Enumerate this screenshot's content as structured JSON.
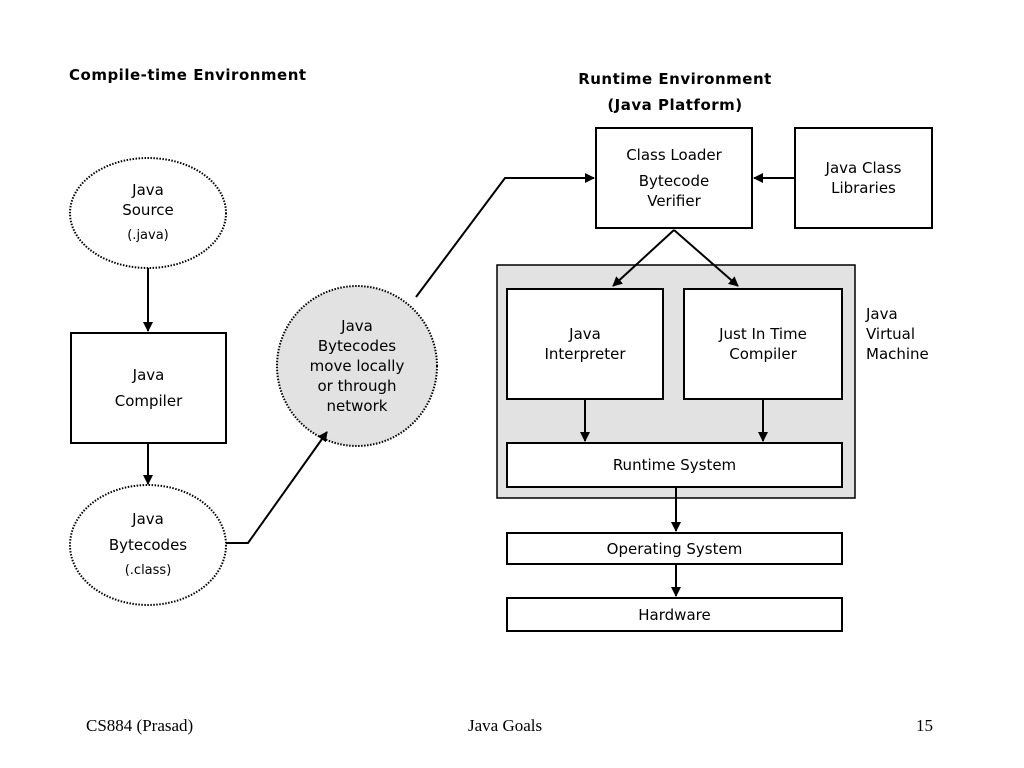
{
  "headings": {
    "compile_time": "Compile-time Environment",
    "runtime_line1": "Runtime Environment",
    "runtime_line2": "(Java Platform)"
  },
  "nodes": {
    "java_source": [
      "Java",
      "Source",
      "(.java)"
    ],
    "java_compiler": [
      "Java",
      "Compiler"
    ],
    "java_bytecodes_class": [
      "Java",
      "Bytecodes",
      "(.class)"
    ],
    "bytecodes_move": [
      "Java",
      "Bytecodes",
      "move locally",
      "or through",
      "network"
    ],
    "class_loader": [
      "Class Loader",
      "Bytecode",
      "Verifier"
    ],
    "class_libraries": [
      "Java Class",
      "Libraries"
    ],
    "interpreter": [
      "Java",
      "Interpreter"
    ],
    "jit_compiler": [
      "Just In Time",
      "Compiler"
    ],
    "runtime_system": "Runtime System",
    "operating_system": "Operating System",
    "hardware": "Hardware",
    "jvm_label": [
      "Java",
      "Virtual",
      "Machine"
    ]
  },
  "footer": {
    "left": "CS884 (Prasad)",
    "center": "Java Goals",
    "right": "15"
  },
  "colors": {
    "jvm_fill": "#e2e2e2",
    "network_fill": "#e2e2e2",
    "stroke": "#000000"
  }
}
